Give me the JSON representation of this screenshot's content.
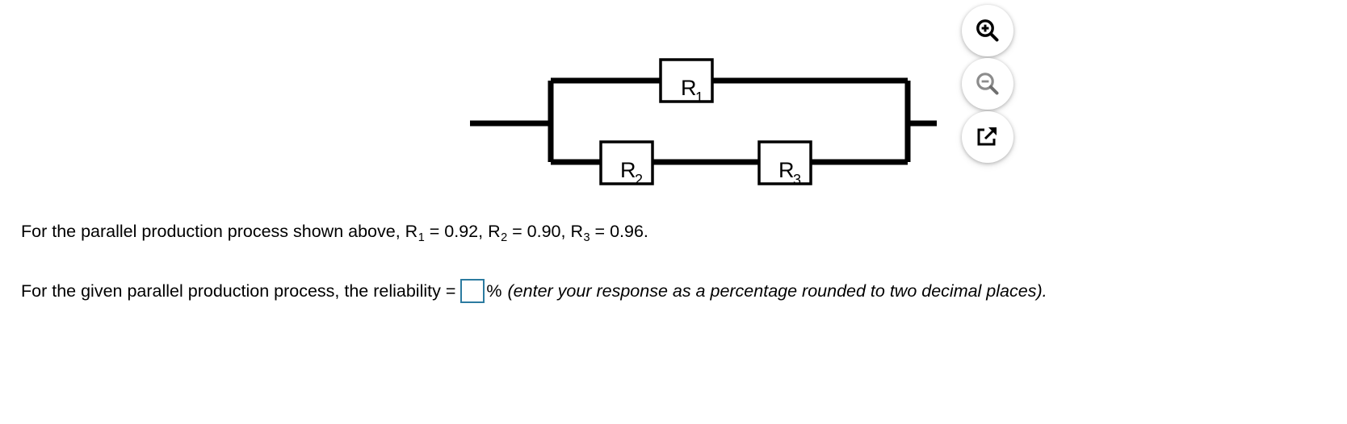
{
  "figure": {
    "name": "parallel-production-process-circuit",
    "components": [
      {
        "id": "R1",
        "label": "R",
        "subscript": "1",
        "branch": "top"
      },
      {
        "id": "R2",
        "label": "R",
        "subscript": "2",
        "branch": "bottom"
      },
      {
        "id": "R3",
        "label": "R",
        "subscript": "3",
        "branch": "bottom"
      }
    ]
  },
  "zoom_controls": {
    "zoom_in": {
      "icon": "zoom-in-icon",
      "title": "Zoom In",
      "enabled": true
    },
    "zoom_out": {
      "icon": "zoom-out-icon",
      "title": "Zoom Out",
      "enabled": false
    },
    "popout": {
      "icon": "open-in-new-window-icon",
      "title": "Open in new window",
      "enabled": true
    }
  },
  "question": {
    "line1": {
      "lead": "For the parallel production process shown above, ",
      "r1_name": "R",
      "r1_sub": "1",
      "r1_eq": " = 0.92, ",
      "r2_name": "R",
      "r2_sub": "2",
      "r2_eq": " = 0.90, ",
      "r3_name": "R",
      "r3_sub": "3",
      "r3_eq": " = 0.96."
    },
    "line2": {
      "lead": "For the given parallel production process, the reliability =",
      "input_value": "",
      "input_placeholder": "",
      "percent_sign": "%",
      "hint": "(enter your response as a percentage rounded to two decimal places)."
    }
  },
  "colors": {
    "input_border": "#2c7ba0",
    "wire": "#000000",
    "disabled_icon": "#8c8c8c"
  }
}
